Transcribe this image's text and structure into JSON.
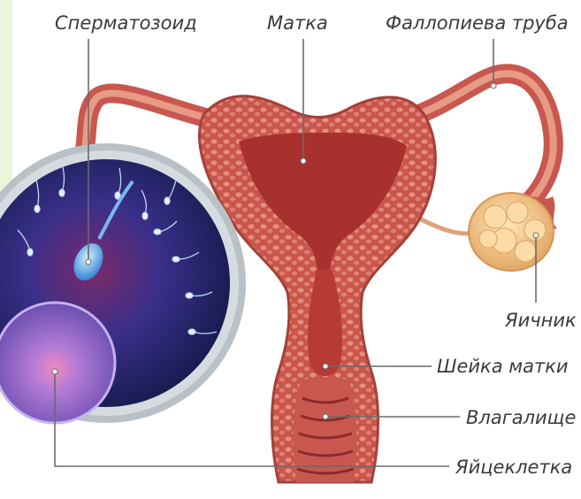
{
  "labels": {
    "sperm": "Сперматозоид",
    "uterus": "Матка",
    "fallopian_tube": "Фаллопиева труба",
    "ovary": "Яичник",
    "cervix": "Шейка матки",
    "vagina": "Влагалище",
    "egg": "Яйцеклетка"
  },
  "colors": {
    "uterus_tissue": "#c8574f",
    "uterus_light": "#e79a86",
    "uterus_cavity": "#a8302e",
    "ovary": "#f3c98c",
    "lens_rim": "#9aa4ad",
    "lens_bg": "#2a2f7a",
    "egg": "#9a7ad0",
    "leader": "#6a6a6a"
  }
}
